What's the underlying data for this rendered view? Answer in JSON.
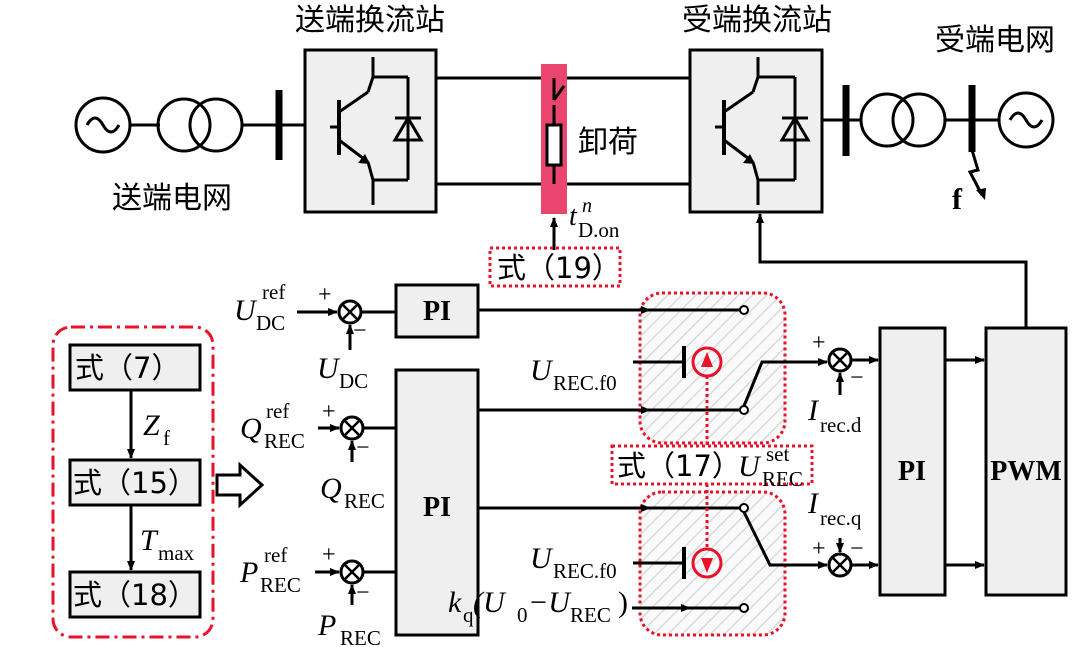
{
  "colors": {
    "line": "#000000",
    "box_fill": "#efefef",
    "red": "#e8122a",
    "pink": "#e9456f",
    "hatch": "#d9d9d9"
  },
  "top": {
    "send_station": "送端换流站",
    "recv_station": "受端换流站",
    "recv_grid": "受端电网",
    "send_grid": "送端电网",
    "unload": "卸荷",
    "fault": "f",
    "t_main": "t",
    "t_sup": "n",
    "t_sub": "D.on"
  },
  "eq19": "式（19）",
  "eq17": "式（17）",
  "u_set_main": "U",
  "u_set_sub": "REC",
  "u_set_sup": "set",
  "flow": {
    "eq7": "式（7）",
    "zf_main": "Z",
    "zf_sub": "f",
    "eq15": "式（15）",
    "tmax_main": "T",
    "tmax_sub": "max",
    "eq18": "式（18）"
  },
  "inputs": {
    "udc_ref_main": "U",
    "udc_ref_sub": "DC",
    "udc_ref_sup": "ref",
    "udc_main": "U",
    "udc_sub": "DC",
    "q_ref_main": "Q",
    "q_ref_sub": "REC",
    "q_ref_sup": "ref",
    "q_main": "Q",
    "q_sub": "REC",
    "p_ref_main": "P",
    "p_ref_sub": "REC",
    "p_ref_sup": "ref",
    "p_main": "P",
    "p_sub": "REC"
  },
  "blocks": {
    "pi1": "PI",
    "pi2": "PI",
    "pi3": "PI",
    "pwm": "PWM"
  },
  "signals": {
    "urec_f0_main": "U",
    "urec_f0_sub": "REC.f0",
    "kq_main": "k",
    "kq_sub": "q",
    "kq_rest": "(U",
    "kq_sub0": "0",
    "kq_minus": "−U",
    "kq_subrec": "REC",
    "kq_close": ")",
    "irecd_main": "I",
    "irecd_sub": "rec.d",
    "irecq_main": "I",
    "irecq_sub": "rec.q"
  },
  "signs": {
    "plus": "+",
    "minus": "−"
  }
}
